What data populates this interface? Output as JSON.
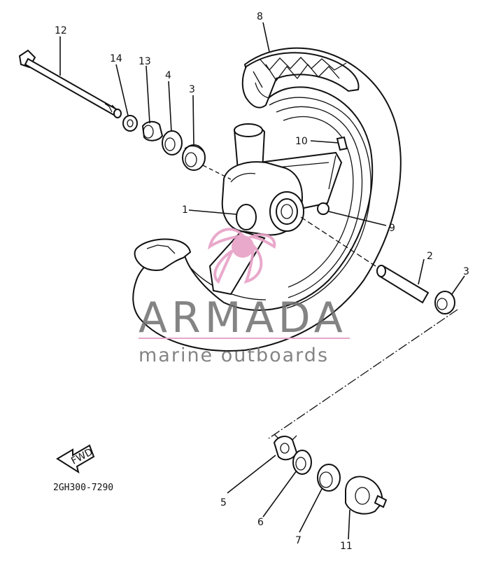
{
  "diagram": {
    "part_code": "2GH300-7290",
    "fwd_label": "FWD",
    "callouts": {
      "c1": "1",
      "c2": "2",
      "c3a": "3",
      "c3b": "3",
      "c4": "4",
      "c5": "5",
      "c6": "6",
      "c7": "7",
      "c8": "8",
      "c9": "9",
      "c10": "10",
      "c11": "11",
      "c12": "12",
      "c13": "13",
      "c14": "14"
    }
  },
  "watermark": {
    "brand": "ARMADA",
    "tagline": "marine outboards",
    "colors": {
      "text": "#6f6f6f",
      "accent": "#e8a6c8",
      "logo": "#e7a0c6"
    }
  },
  "colors": {
    "ink": "#111111",
    "background": "#ffffff"
  }
}
